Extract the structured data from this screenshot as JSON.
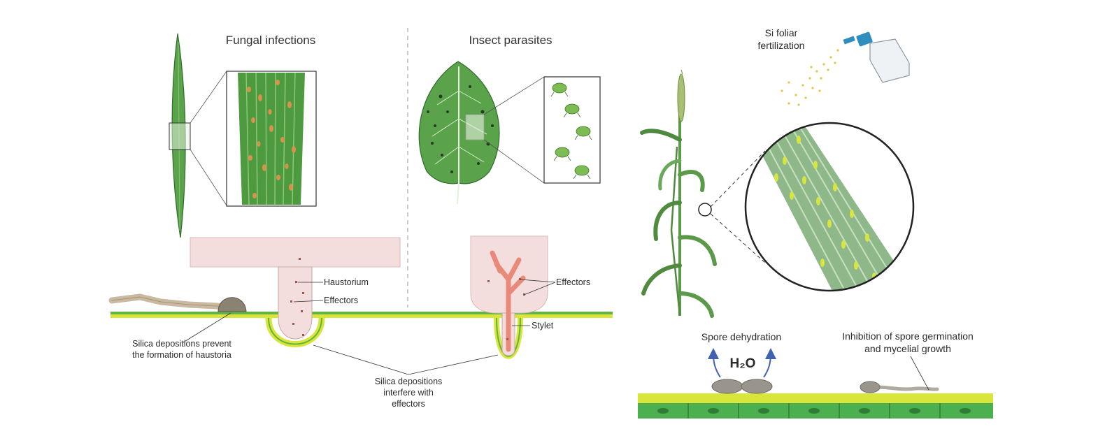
{
  "panels": {
    "fungal": {
      "title": "Fungal infections",
      "haustorium_label": "Haustorium",
      "effectors_label": "Effectors",
      "prevent_label_line1": "Silica depositions prevent",
      "prevent_label_line2": "the formation of haustoria"
    },
    "insect": {
      "title": "Insect parasites",
      "effectors_label": "Effectors",
      "stylet_label": "Stylet"
    },
    "shared": {
      "interfere_line1": "Silica depositions",
      "interfere_line2": "interfere with",
      "interfere_line3": "effectors"
    },
    "foliar": {
      "spray_line1": "Si foliar",
      "spray_line2": "fertilization",
      "dehydration_label": "Spore dehydration",
      "water_label": "H₂O",
      "inhibition_line1": "Inhibition of spore germination",
      "inhibition_line2": "and mycelial growth"
    }
  },
  "colors": {
    "leaf_green": "#5aa34a",
    "leaf_dark": "#2f6b2a",
    "silica_yellow": "#d8e63c",
    "cell_green": "#4caf50",
    "host_pink": "#f3dedd",
    "stylet_red": "#e8897a",
    "water_arrow": "#3f63b0",
    "spore_gray": "#9a958c"
  }
}
